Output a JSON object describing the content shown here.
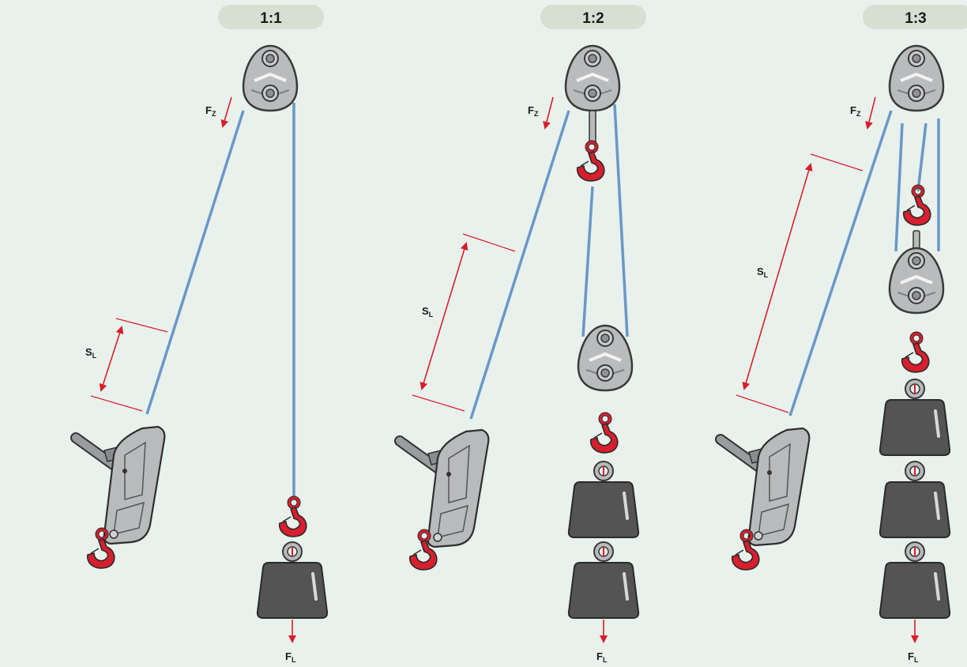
{
  "colors": {
    "background": "#e8f1ec",
    "pill": "#d5e0d3",
    "rope": "#6b97c9",
    "arrow": "#d81e2c",
    "hook": "#d71f2d",
    "weight": "#545454",
    "pulley": "#b9bbbd"
  },
  "panels": [
    {
      "ratio": "1:1",
      "force_pull": {
        "main": "F",
        "sub": "Z"
      },
      "stroke": {
        "main": "S",
        "sub": "L"
      },
      "force_load": {
        "main": "F",
        "sub": "L"
      }
    },
    {
      "ratio": "1:2",
      "force_pull": {
        "main": "F",
        "sub": "Z"
      },
      "stroke": {
        "main": "S",
        "sub": "L"
      },
      "force_load": {
        "main": "F",
        "sub": "L"
      }
    },
    {
      "ratio": "1:3",
      "force_pull": {
        "main": "F",
        "sub": "Z"
      },
      "stroke": {
        "main": "S",
        "sub": "L"
      },
      "force_load": {
        "main": "F",
        "sub": "L"
      }
    }
  ]
}
